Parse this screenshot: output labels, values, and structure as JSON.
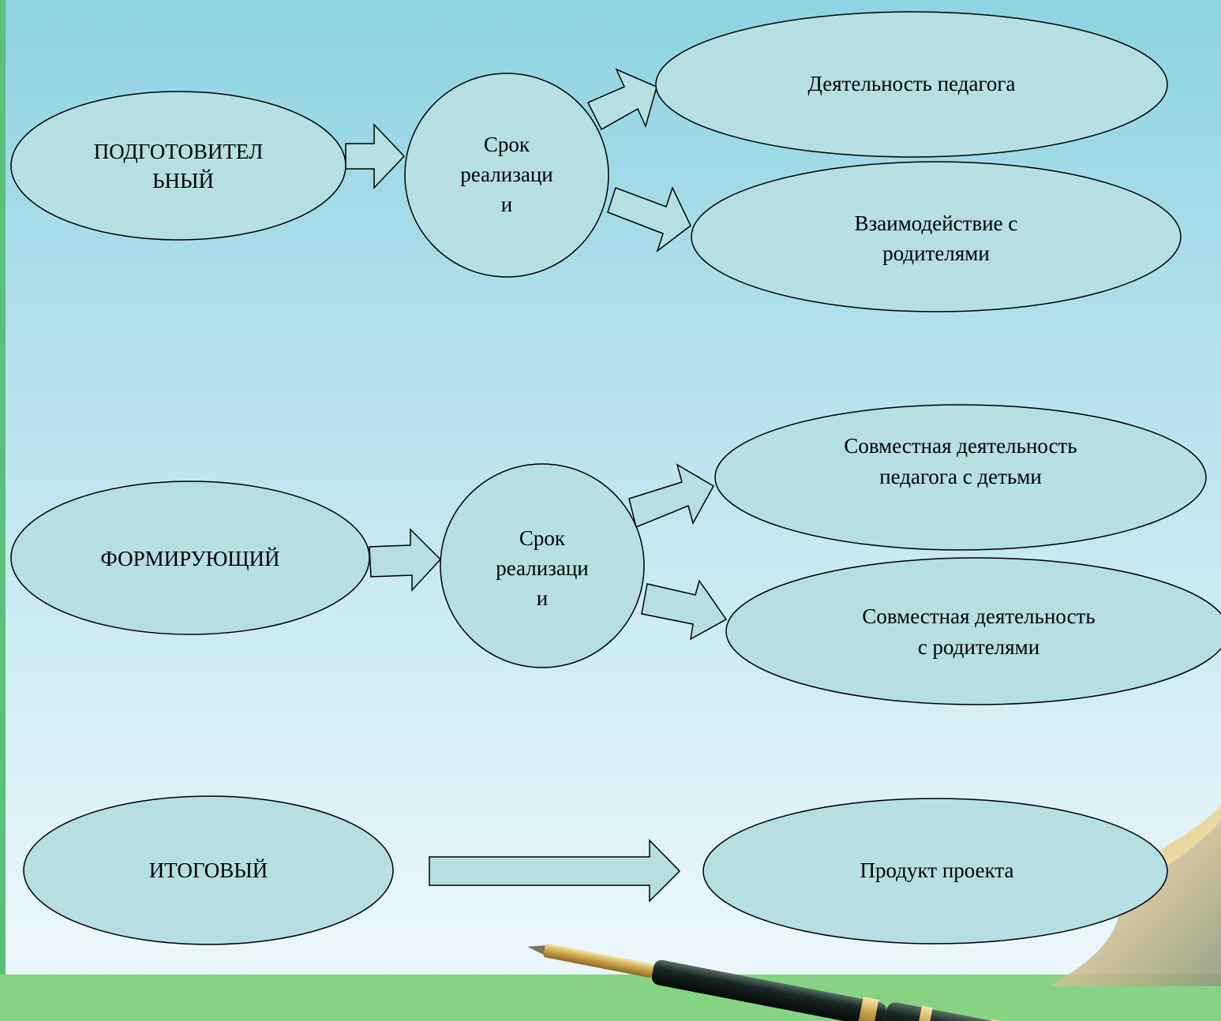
{
  "colors": {
    "bg_top": "#8fd3e0",
    "bg_bottom": "#eef7fb",
    "shape_fill": "#b5dfe1",
    "stroke": "#000000",
    "bottom_band": "#86d483",
    "left_stripe": "#5cbf7a"
  },
  "stages": [
    {
      "name": [
        "ПОДГОТОВИТЕЛ",
        "ЬНЫЙ"
      ],
      "term": [
        "Срок",
        "реализаци",
        "и"
      ],
      "outcomes": [
        [
          "Деятельность педагога"
        ],
        [
          "Взаимодействие с",
          "родителями"
        ]
      ]
    },
    {
      "name": [
        "ФОРМИРУЮЩИЙ"
      ],
      "term": [
        "Срок",
        "реализаци",
        "и"
      ],
      "outcomes": [
        [
          "Совместная деятельность",
          "педагога с детьми"
        ],
        [
          "Совместная деятельность",
          "с родителями"
        ]
      ]
    },
    {
      "name": [
        "ИТОГОВЫЙ"
      ],
      "outcomes": [
        [
          "Продукт проекта"
        ]
      ]
    }
  ],
  "icons": {
    "decoration": "fountain-pen-icon"
  }
}
